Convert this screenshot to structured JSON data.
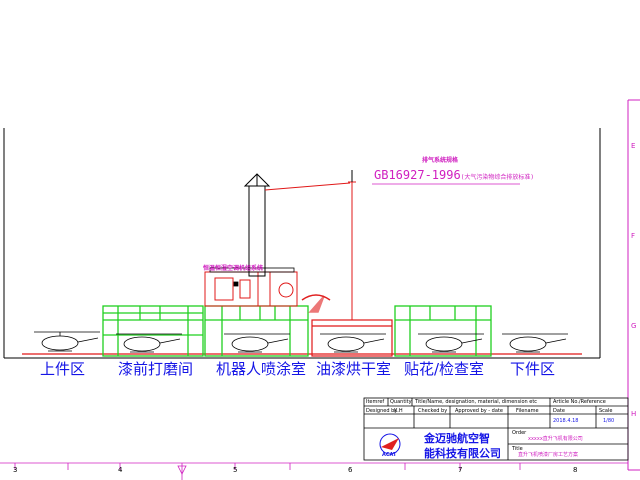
{
  "notes": {
    "exhaust_title": "排气系统规格",
    "standard_code": "GB16927-1996",
    "standard_suffix": "(大气污染物综合排放标准)",
    "ac_unit_label": "恒温恒湿空调机组系统"
  },
  "zones": [
    {
      "id": "loading",
      "label": "上件区"
    },
    {
      "id": "sanding",
      "label": "漆前打磨间"
    },
    {
      "id": "robot-spray",
      "label": "机器人喷涂室"
    },
    {
      "id": "bake",
      "label": "油漆烘干室"
    },
    {
      "id": "decal",
      "label": "贴花/检查室"
    },
    {
      "id": "unloading",
      "label": "下件区"
    }
  ],
  "title_block": {
    "headers": {
      "itemref": "Itemref",
      "quantity": "Quantity",
      "title_name": "Title/Name, designation, material, dimension etc",
      "article": "Article No./Reference",
      "designed_by": "Designed by",
      "designer": "K.H",
      "checked_by": "Checked by",
      "approved_by": "Approved by - date",
      "filename": "Filename",
      "date_label": "Date",
      "date_value": "2018.4.18",
      "scale_label": "Scale",
      "scale_value": "1/80",
      "order_label": "Order",
      "order_value": "xxxxx直升飞机有限公司",
      "title_label": "Title",
      "title_value": "直升飞机喷漆厂房工艺方案"
    },
    "company_line1": "金迈驰航空智",
    "company_line2": "能科技有限公司",
    "logo_text": "ACAT"
  },
  "ruler": {
    "bottom_numbers": [
      "3",
      "4",
      "5",
      "6",
      "7",
      "8"
    ],
    "side_letters": [
      "E",
      "F",
      "G",
      "H"
    ]
  },
  "colors": {
    "booth_green": "#1fd01f",
    "label_blue": "#1515e6",
    "note_magenta": "#d020c0",
    "floor_red": "#e01818",
    "logo_red": "#e02020"
  }
}
